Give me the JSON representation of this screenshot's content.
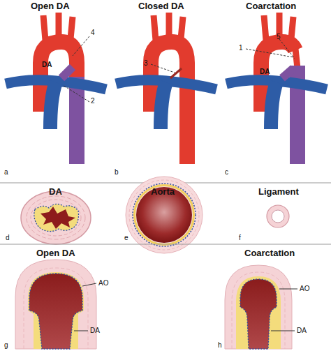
{
  "diagram": {
    "labels": [
      "Open DA",
      "Closed DA",
      "Coarctation",
      "DA",
      "4",
      "2",
      "3",
      "1",
      "5",
      "DA",
      "a",
      "b",
      "c",
      "DA",
      "Aorta",
      "Ligament",
      "d",
      "e",
      "f",
      "Open DA",
      "Coarctation",
      "AO",
      "DA",
      "AO",
      "DA",
      "g",
      "h"
    ]
  }
}
